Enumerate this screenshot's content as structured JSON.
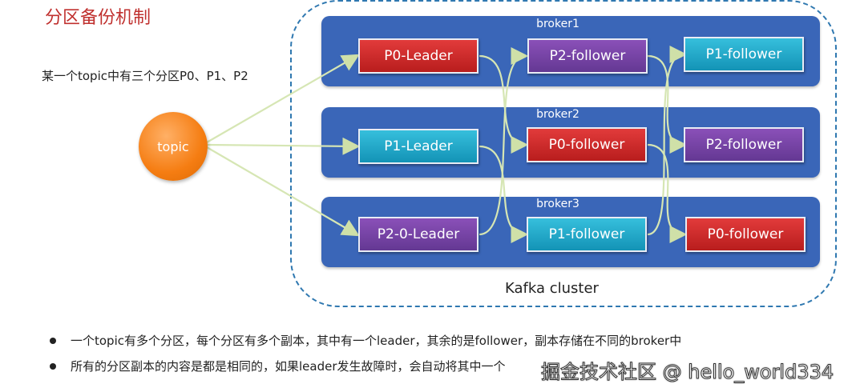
{
  "title": "分区备份机制",
  "description": "某一个topic中有三个分区P0、P1、P2",
  "topic": {
    "label": "topic"
  },
  "cluster": {
    "label": "Kafka cluster"
  },
  "brokers": [
    {
      "label": "broker1",
      "nodes": [
        "P0-Leader",
        "P2-follower",
        "P1-follower"
      ]
    },
    {
      "label": "broker2",
      "nodes": [
        "P1-Leader",
        "P0-follower",
        "P2-follower"
      ]
    },
    {
      "label": "broker3",
      "nodes": [
        "P2-0-Leader",
        "P1-follower",
        "P0-follower"
      ]
    }
  ],
  "bullets": [
    "一个topic有多个分区，每个分区有多个副本，其中有一个leader，其余的是follower，副本存储在不同的broker中",
    "所有的分区副本的内容是都是相同的，如果leader发生故障时，会自动将其中一个"
  ],
  "watermark": "掘金技术社区 @ hello_world334",
  "colors": {
    "title": "#c0312f",
    "broker": "#3a66b8",
    "cluster_border": "#2f78b0",
    "leader_p0": "#d42a2a",
    "p1": "#1fa8c9",
    "p2": "#7a45a8",
    "topic": "#f57d12",
    "arrow": "#d6e6b4"
  }
}
